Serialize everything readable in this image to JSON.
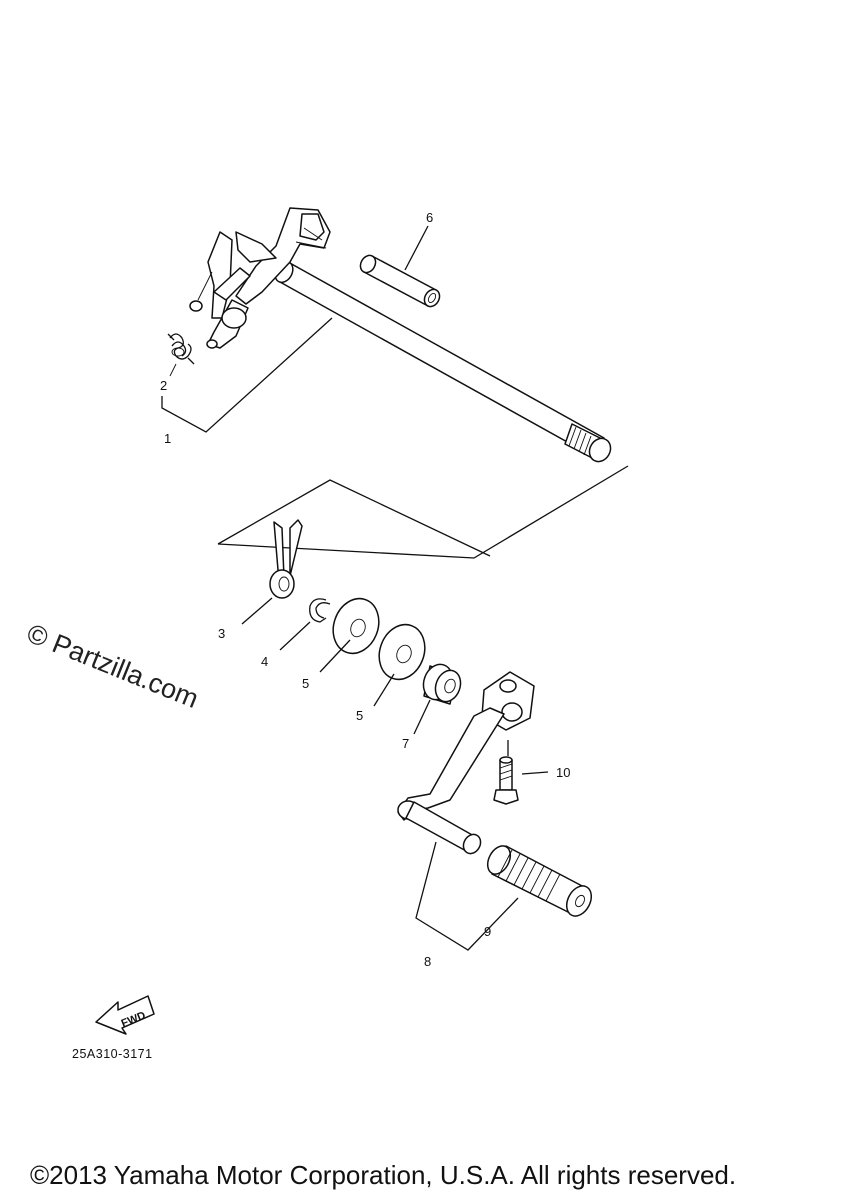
{
  "parts": [
    {
      "number": "1"
    },
    {
      "number": "2"
    },
    {
      "number": "3"
    },
    {
      "number": "4"
    },
    {
      "number": "5"
    },
    {
      "number": "5"
    },
    {
      "number": "6"
    },
    {
      "number": "7"
    },
    {
      "number": "8"
    },
    {
      "number": "9"
    },
    {
      "number": "10"
    }
  ],
  "fwd_label": "FWD",
  "diagram_code": "25A310-3171",
  "watermark": "© Partzilla.com",
  "copyright": "©2013 Yamaha Motor Corporation, U.S.A. All rights reserved."
}
